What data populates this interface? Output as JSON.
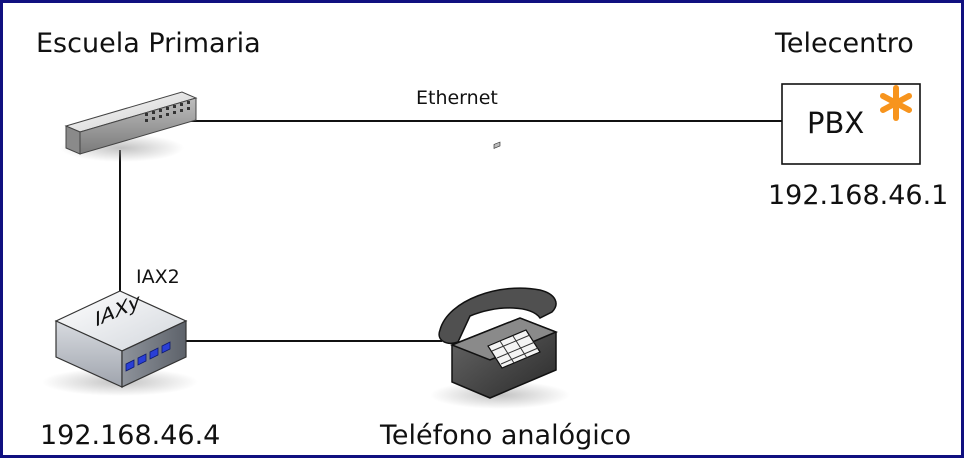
{
  "diagram": {
    "left_group_title": "Escuela Primaria",
    "right_group_title": "Telecentro",
    "link_top_label": "Ethernet",
    "link_vertical_label": "IAX2",
    "pbx": {
      "label": "PBX",
      "ip": "192.168.46.1",
      "asterisk_color": "#f7941d"
    },
    "iaxy": {
      "label": "IAXy",
      "ip": "192.168.46.4"
    },
    "phone": {
      "label": "Teléfono analógico"
    },
    "border_color": "#101080"
  }
}
